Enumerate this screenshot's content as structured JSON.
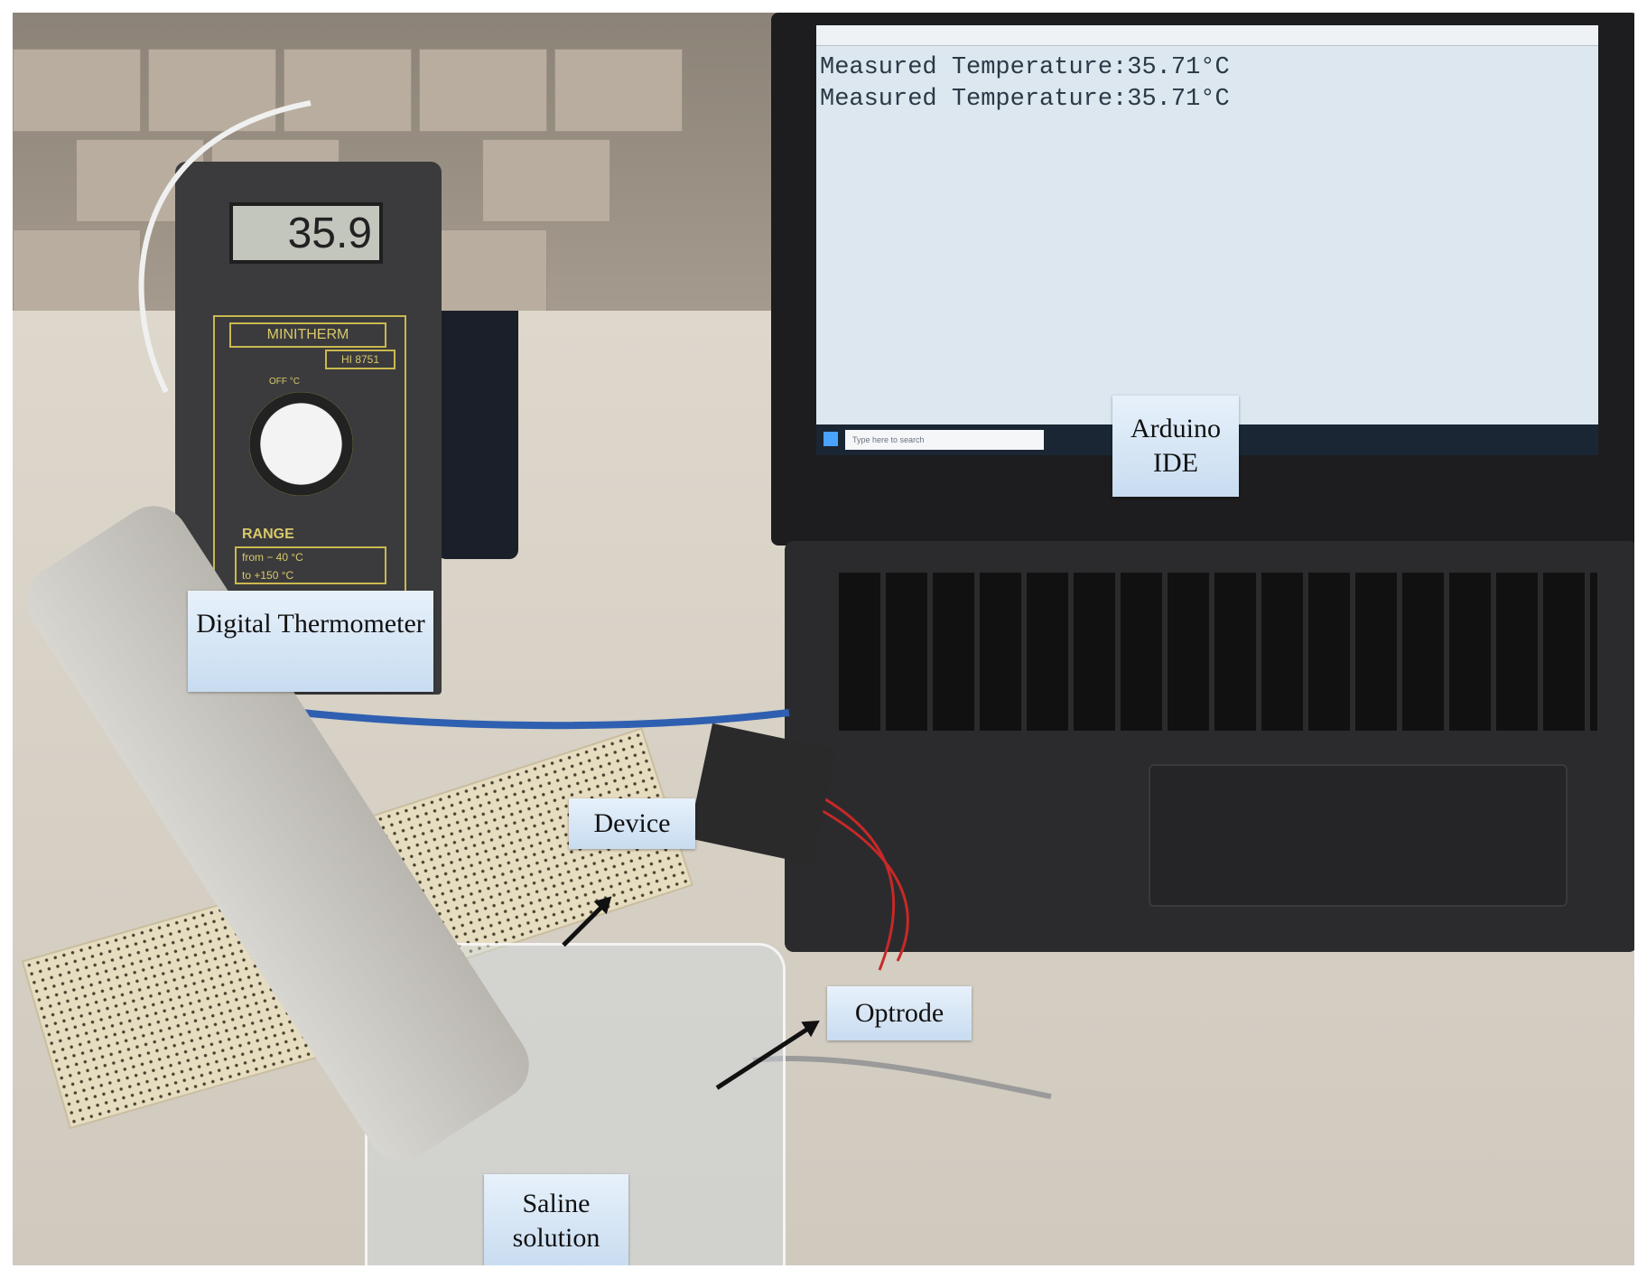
{
  "serial_monitor": {
    "lines": [
      "Measured Temperature:35.71°C",
      "Measured Temperature:35.71°C"
    ]
  },
  "thermometer": {
    "display_reading": "35.9",
    "brand": "MINITHERM",
    "model": "HI 8751",
    "dial_labels": "OFF   °C",
    "range_title": "RANGE",
    "range_from": "from  − 40 °C",
    "range_to": "to     +150 °C"
  },
  "labels": {
    "digital_thermometer": "Digital Thermometer",
    "arduino_ide": "Arduino IDE",
    "device": "Device",
    "optrode": "Optrode",
    "saline_solution": "Saline solution"
  },
  "taskbar": {
    "search_placeholder": "Type here to search"
  }
}
